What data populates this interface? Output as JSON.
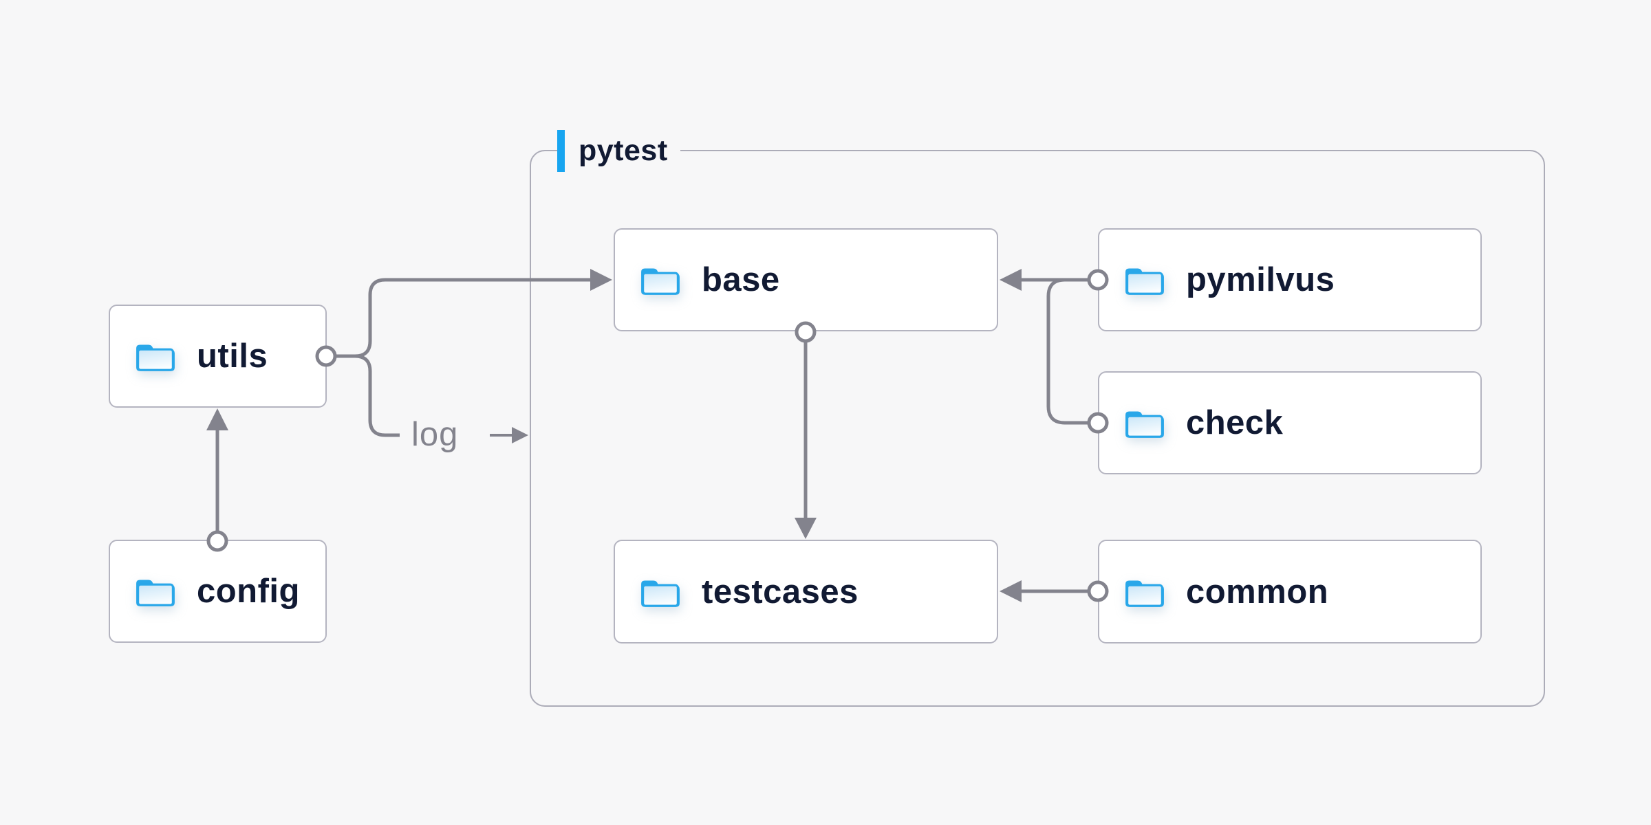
{
  "diagram": {
    "group": {
      "label": "pytest"
    },
    "nodes": {
      "utils": {
        "label": "utils",
        "icon": "folder-icon"
      },
      "config": {
        "label": "config",
        "icon": "folder-icon"
      },
      "base": {
        "label": "base",
        "icon": "folder-icon"
      },
      "pymilvus": {
        "label": "pymilvus",
        "icon": "folder-icon"
      },
      "check": {
        "label": "check",
        "icon": "folder-icon"
      },
      "testcases": {
        "label": "testcases",
        "icon": "folder-icon"
      },
      "common": {
        "label": "common",
        "icon": "folder-icon"
      }
    },
    "edges": [
      {
        "from": "config",
        "to": "utils"
      },
      {
        "from": "utils",
        "to": "base"
      },
      {
        "from": "utils",
        "to": "pytest-group",
        "label": "log"
      },
      {
        "from": "pymilvus",
        "to": "base"
      },
      {
        "from": "check",
        "to": "base"
      },
      {
        "from": "base",
        "to": "testcases"
      },
      {
        "from": "common",
        "to": "testcases"
      }
    ],
    "edge_labels": {
      "log": "log"
    },
    "colors": {
      "background": "#F7F7F8",
      "node_fill": "#FFFFFF",
      "node_border": "#B4B4C0",
      "group_border": "#ACACB8",
      "connector": "#83838D",
      "label_text": "#111A33",
      "accent_blue": "#18A5F0",
      "folder_blue": "#29A7E9",
      "edge_label_text": "#83838D"
    }
  }
}
